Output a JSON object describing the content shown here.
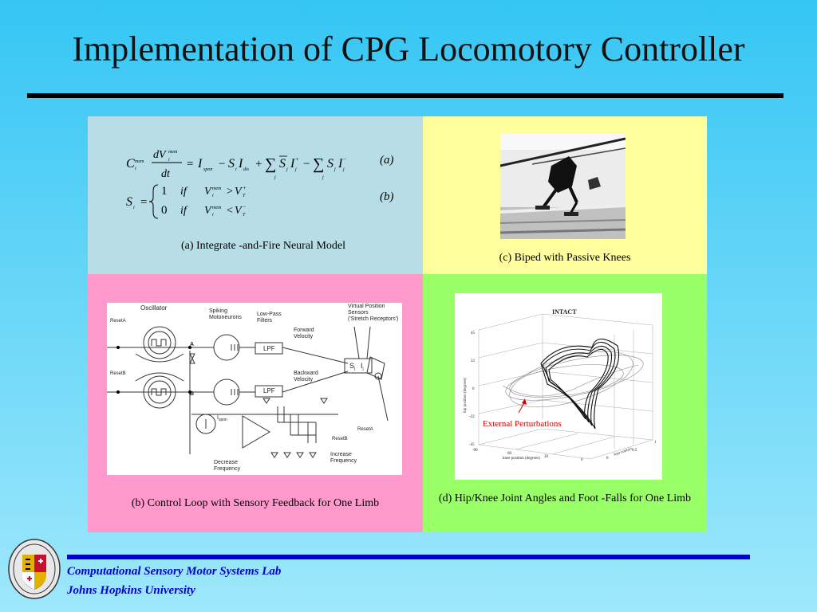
{
  "slide": {
    "title": "Implementation of CPG Locomotory Controller"
  },
  "panels": {
    "a": {
      "caption": "(a) Integrate -and-Fire Neural Model",
      "eq_a_tag": "(a)",
      "eq_b_tag": "(b)"
    },
    "b": {
      "caption": "(b) Control Loop with Sensory Feedback for One Limb"
    },
    "c": {
      "caption": "(c) Biped with Passive Knees"
    },
    "d": {
      "caption": "(d) Hip/Knee Joint Angles and Foot -Falls for One Limb"
    }
  },
  "diagram": {
    "oscillator": "Oscillator",
    "spiking": "Spiking",
    "motoneurons": "Motoneurons",
    "lowpass": "Low-Pass",
    "filters": "Filters",
    "virtual_position": "Virtual Position",
    "sensors": "Sensors",
    "stretch": "('Stretch Receptors')",
    "forward": "Forward",
    "velocity": "Velocity",
    "backward": "Backward",
    "lpf": "LPF",
    "reset_a": "ResetA",
    "reset_b": "ResetB",
    "node_a": "A",
    "node_b": "B",
    "ispon": "I",
    "ispon_sub": "spon",
    "decrease": "Decrease",
    "frequency": "Frequency",
    "increase": "Increase",
    "s_j_i_j": "S",
    "s_j_sub": "j",
    "i_j": "I",
    "i_j_sub": "j"
  },
  "plot": {
    "title": "INTACT",
    "ylabel": "hip position (degrees)",
    "xlabel": "knee position (degrees)",
    "zlabel": "foot contact",
    "annotation": "External Perturbations",
    "yticks": [
      "45",
      "22",
      "0",
      "-22",
      "-45"
    ],
    "xticks": [
      "-90",
      "60",
      "30",
      "0"
    ],
    "zticks": [
      "1",
      "0.5",
      "0"
    ]
  },
  "colors": {
    "panel_a": "#b7dde6",
    "panel_b": "#ff99cc",
    "panel_c": "#fffe9c",
    "panel_d": "#99ff66",
    "rule": "#000000",
    "footer": "#0000cc",
    "annotation": "#cc0000"
  },
  "footer": {
    "line1": "Computational Sensory Motor Systems Lab",
    "line2": "Johns Hopkins University",
    "seal_icon": "university-seal-icon"
  }
}
